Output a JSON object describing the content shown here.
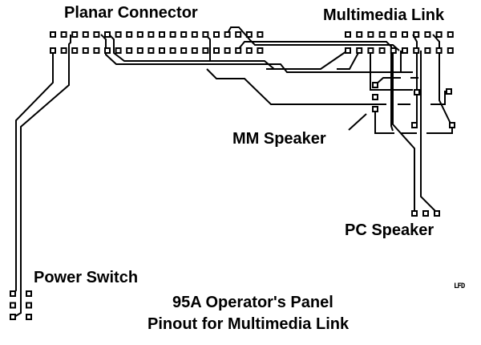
{
  "diagram": {
    "title_line1": "95A Operator's Panel",
    "title_line2": "Pinout for Multimedia Link",
    "signature": "LFD",
    "labels": {
      "planar_connector": "Planar Connector",
      "multimedia_link": "Multimedia Link",
      "mm_speaker": "MM Speaker",
      "pc_speaker": "PC Speaker",
      "power_switch": "Power Switch"
    },
    "colors": {
      "ink": "#000000",
      "background": "#ffffff"
    },
    "connectors": {
      "planar": {
        "rows": 2,
        "pins_per_row": 20
      },
      "multimedia_link": {
        "rows": 2,
        "pins_per_row": 10
      },
      "mm_speaker": {
        "pins": 3
      },
      "pc_speaker": {
        "pins": 3
      },
      "power_switch": {
        "rows": 3,
        "cols": 2
      }
    }
  }
}
